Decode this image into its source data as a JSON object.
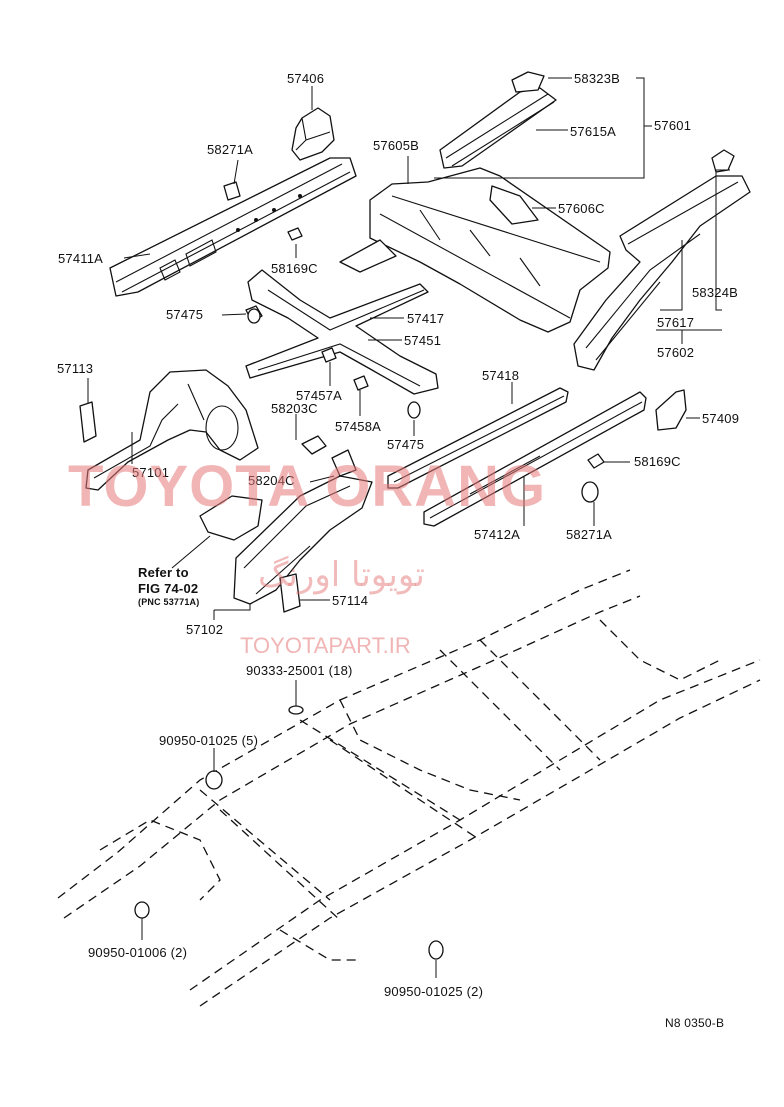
{
  "labels": {
    "p57406": "57406",
    "p58271A_top": "58271A",
    "p57411A": "57411A",
    "p58169C_top": "58169C",
    "p57475_left": "57475",
    "p58323B": "58323B",
    "p57615A": "57615A",
    "p57601": "57601",
    "p57605B": "57605B",
    "p57606C": "57606C",
    "p58324B": "58324B",
    "p57617": "57617",
    "p57602": "57602",
    "p57417": "57417",
    "p57451": "57451",
    "p57457A": "57457A",
    "p58203C": "58203C",
    "p57458A": "57458A",
    "p57475_mid": "57475",
    "p57113": "57113",
    "p57101": "57101",
    "p58204C": "58204C",
    "p57418": "57418",
    "p57409": "57409",
    "p58169C_right": "58169C",
    "p57412A": "57412A",
    "p58271A_bottom": "58271A",
    "refer_line1": "Refer to",
    "refer_line2": "FIG 74-02",
    "refer_line3": "(PNC 53771A)",
    "p57114": "57114",
    "p57102": "57102",
    "bolt_label": "90333-25001 (18)",
    "plug_top_label": "90950-01025 (5)",
    "plug_left_label": "90950-01006 (2)",
    "plug_bottom_label": "90950-01025 (2)",
    "figure_code": "N8 0350-B"
  },
  "watermark": {
    "main": "TOYOTA ORANG",
    "arabic": "تویوتا اورنگ",
    "url": "TOYOTAPART.IR",
    "color": "#e67878"
  }
}
